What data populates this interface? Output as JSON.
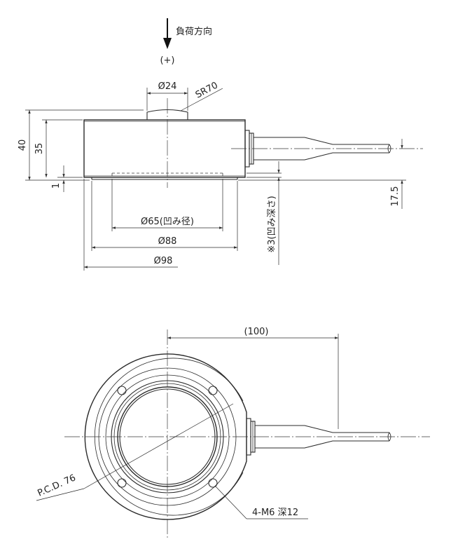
{
  "load": {
    "direction_label": "負荷方向",
    "sign_label": "(+)"
  },
  "side_view": {
    "dims": {
      "button_dia": "Ø24",
      "sphere_radius": "SR70",
      "total_height": "40",
      "body_height": "35",
      "recess_depth": "1",
      "recess_dia": "Ø65(凹み径)",
      "base_dia": "Ø88",
      "body_dia": "Ø98",
      "cable_height": "17.5",
      "note": "※3(凹み深さ)"
    }
  },
  "top_view": {
    "dims": {
      "cable_length": "(100)",
      "pcd": "P.C.D. 76",
      "holes": "4-M6 深12"
    }
  }
}
